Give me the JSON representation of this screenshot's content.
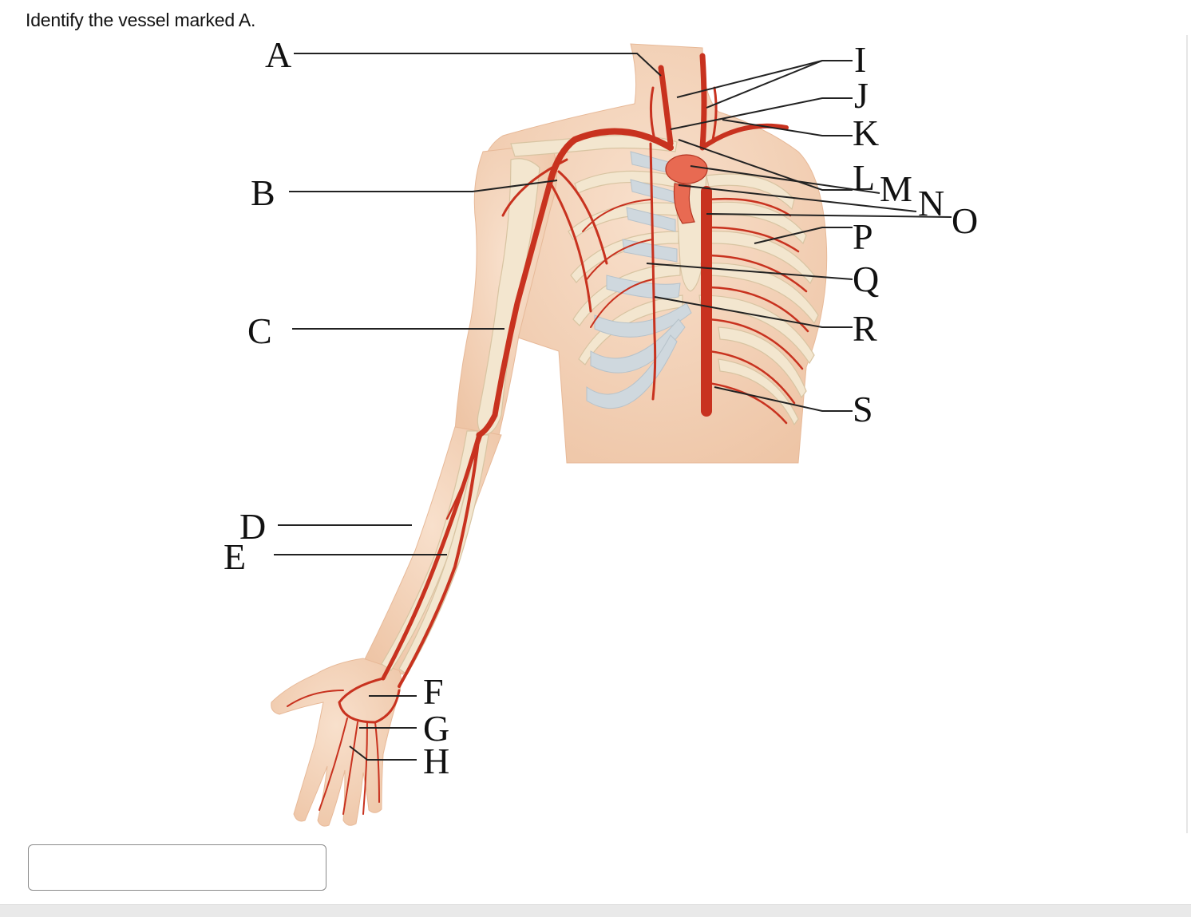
{
  "question": {
    "text": "Identify the vessel marked A."
  },
  "answer": {
    "value": "",
    "placeholder": ""
  },
  "figure": {
    "labels": {
      "A": "A",
      "B": "B",
      "C": "C",
      "D": "D",
      "E": "E",
      "F": "F",
      "G": "G",
      "H": "H",
      "I": "I",
      "J": "J",
      "K": "K",
      "L": "L",
      "M": "M",
      "N": "N",
      "O": "O",
      "P": "P",
      "Q": "Q",
      "R": "R",
      "S": "S"
    }
  },
  "colors": {
    "skin": "#f6d9c2",
    "bone": "#f3e6cf",
    "cartilage": "#cfd8de",
    "artery": "#c8321f",
    "leader": "#222222"
  }
}
